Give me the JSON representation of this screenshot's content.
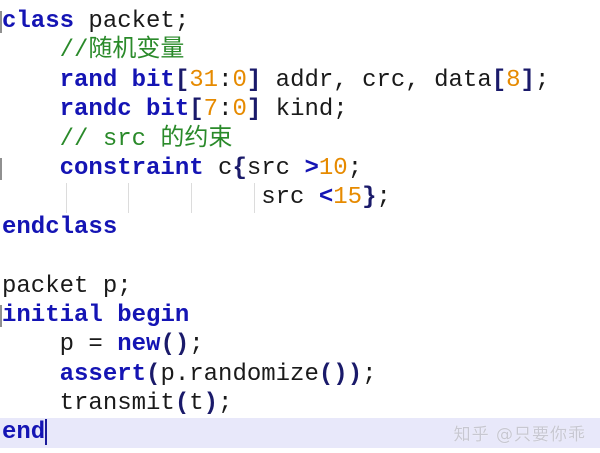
{
  "editor": {
    "lines": [
      {
        "tokens": [
          "class",
          " packet;"
        ]
      },
      {
        "tokens": [
          "    ",
          "//随机变量"
        ]
      },
      {
        "tokens": [
          "    ",
          "rand",
          " ",
          "bit",
          "[",
          "31",
          ":",
          "0",
          "]",
          " addr, crc, data",
          "[",
          "8",
          "]",
          ";"
        ]
      },
      {
        "tokens": [
          "    ",
          "randc",
          " ",
          "bit",
          "[",
          "7",
          ":",
          "0",
          "]",
          " kind;"
        ]
      },
      {
        "tokens": [
          "    ",
          "// src 的约束"
        ]
      },
      {
        "tokens": [
          "    ",
          "constraint",
          " c",
          "{",
          "src ",
          ">",
          "10",
          ";"
        ]
      },
      {
        "tokens": [
          "                  ",
          "src ",
          "<",
          "15",
          "}",
          ";"
        ]
      },
      {
        "tokens": [
          "endclass"
        ]
      },
      {
        "tokens": [
          ""
        ]
      },
      {
        "tokens": [
          "packet p;"
        ]
      },
      {
        "tokens": [
          "initial",
          " ",
          "begin"
        ]
      },
      {
        "tokens": [
          "    ",
          "p = ",
          "new",
          "()",
          ";"
        ]
      },
      {
        "tokens": [
          "    ",
          "assert",
          "(",
          "p.randomize",
          "()",
          ")",
          ";"
        ]
      },
      {
        "tokens": [
          "    ",
          "transmit",
          "(",
          "t",
          ")",
          ";"
        ]
      },
      {
        "tokens": [
          "end"
        ]
      }
    ],
    "current_line": 15,
    "colors": {
      "keyword": "#1414b4",
      "number": "#e68a00",
      "comment": "#2a8a2a",
      "text": "#1a1a1a",
      "current_line_bg": "#e8e8fa"
    }
  },
  "watermark": "知乎 @只要你乖"
}
